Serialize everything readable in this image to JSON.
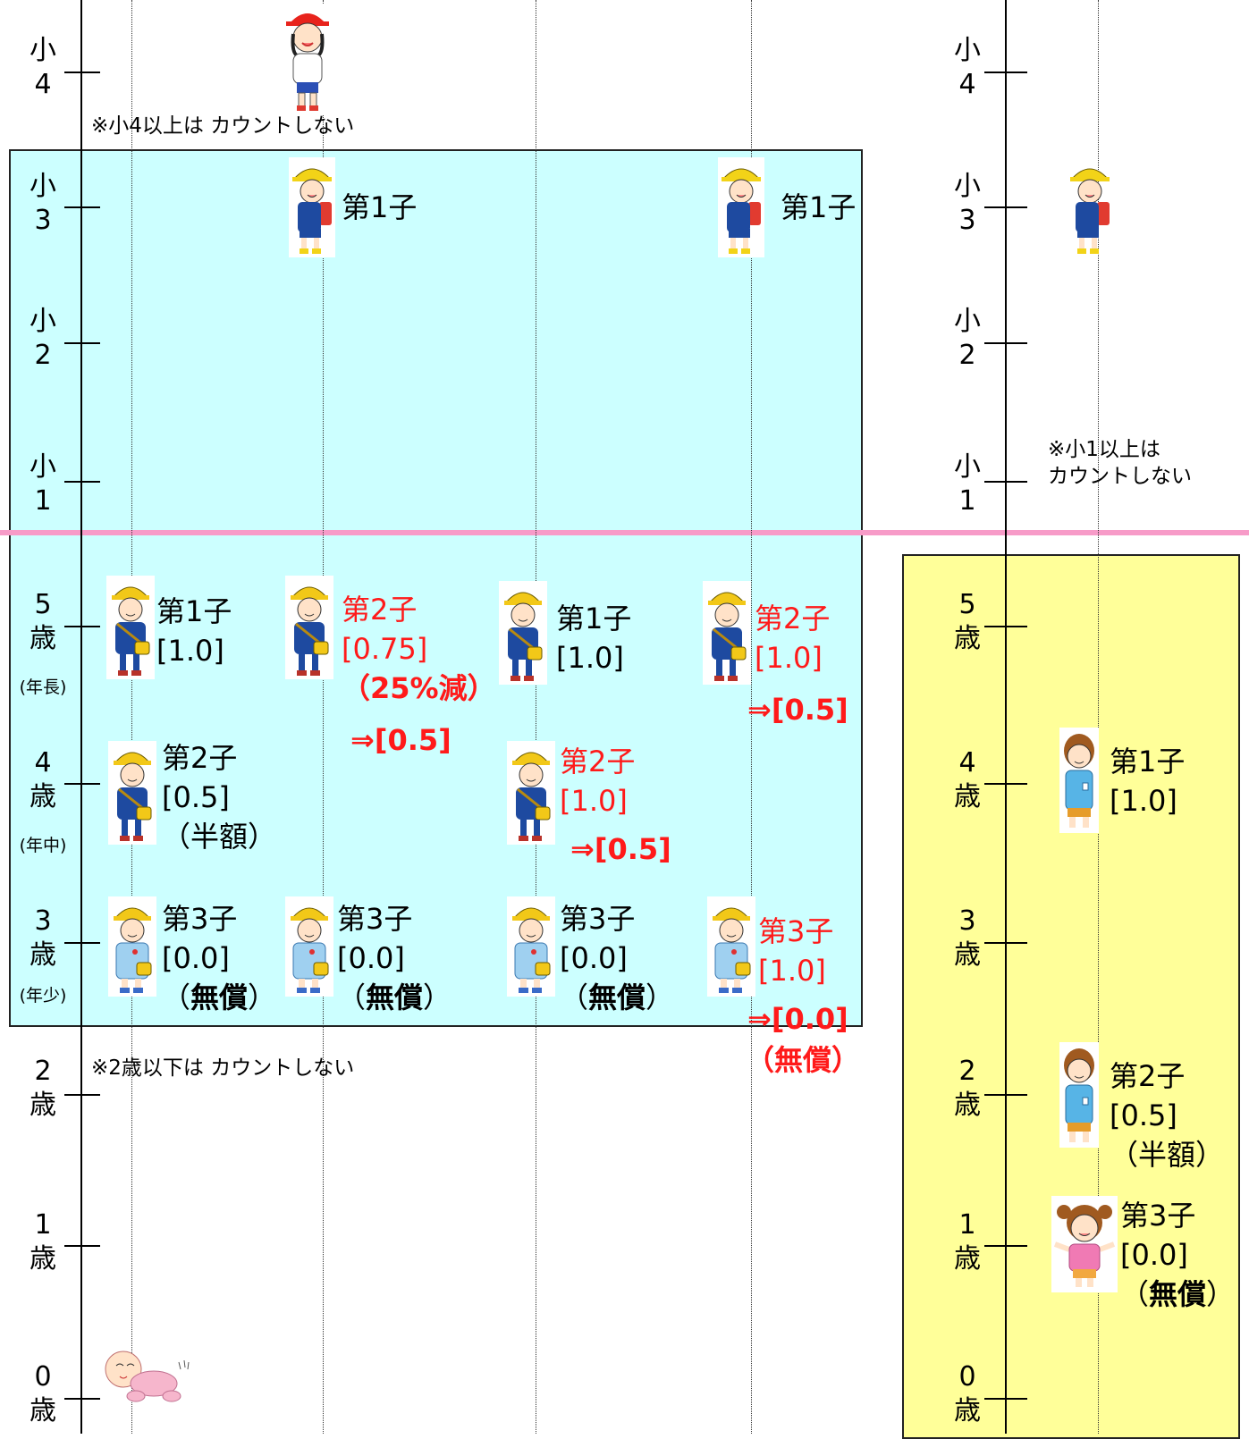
{
  "colors": {
    "blue_panel": "#ccffff",
    "yellow_panel": "#ffff99",
    "divider": "#f79bc8",
    "red_text": "#ff1a1a"
  },
  "left_axis": {
    "sho4": [
      "小",
      "4"
    ],
    "sho3": [
      "小",
      "3"
    ],
    "sho2": [
      "小",
      "2"
    ],
    "sho1": [
      "小",
      "1"
    ],
    "age5": [
      "5",
      "歳"
    ],
    "age5_sub": "(年長)",
    "age4": [
      "4",
      "歳"
    ],
    "age4_sub": "(年中)",
    "age3": [
      "3",
      "歳"
    ],
    "age3_sub": "(年少)",
    "age2": [
      "2",
      "歳"
    ],
    "age1": [
      "1",
      "歳"
    ],
    "age0": [
      "0",
      "歳"
    ]
  },
  "right_axis": {
    "sho4": [
      "小",
      "4"
    ],
    "sho3": [
      "小",
      "3"
    ],
    "sho2": [
      "小",
      "2"
    ],
    "sho1": [
      "小",
      "1"
    ],
    "age5": [
      "5",
      "歳"
    ],
    "age4": [
      "4",
      "歳"
    ],
    "age3": [
      "3",
      "歳"
    ],
    "age2": [
      "2",
      "歳"
    ],
    "age1": [
      "1",
      "歳"
    ],
    "age0": [
      "0",
      "歳"
    ]
  },
  "notes": {
    "no_count_sho4": "※小4以上は カウントしない",
    "no_count_age2": "※2歳以下は カウントしない",
    "no_count_sho1_line1": "※小1以上は",
    "no_count_sho1_line2": "カウントしない"
  },
  "col1": {
    "c5": [
      "第1子",
      "[1.0]"
    ],
    "c4": [
      "第2子",
      "[0.5]",
      "（半額）"
    ],
    "c3": [
      "第3子",
      "[0.0]",
      "（",
      "無償",
      "）"
    ]
  },
  "col2": {
    "sho3": "第1子",
    "c5": [
      "第2子",
      "[0.75]",
      "（25%減）"
    ],
    "c5_arrow": "⇒[0.5]",
    "c3": [
      "第3子",
      "[0.0]",
      "（",
      "無償",
      "）"
    ]
  },
  "col3": {
    "c5": [
      "第1子",
      "[1.0]"
    ],
    "c4": [
      "第2子",
      "[1.0]"
    ],
    "c4_arrow": "⇒[0.5]",
    "c3": [
      "第3子",
      "[0.0]",
      "（",
      "無償",
      "）"
    ]
  },
  "col4": {
    "sho3": "第1子",
    "c5": [
      "第2子",
      "[1.0]"
    ],
    "c5_arrow": "⇒[0.5]",
    "c3": [
      "第3子",
      "[1.0]"
    ],
    "c3_arrow": "⇒[0.0]",
    "c3_free": "（無償）"
  },
  "right_col": {
    "c4": [
      "第1子",
      "[1.0]"
    ],
    "c2": [
      "第2子",
      "[0.5]",
      "（半額）"
    ],
    "c1": [
      "第3子",
      "[0.0]",
      "（",
      "無償",
      "）"
    ]
  },
  "figures": {
    "girl_hat": "girl-red-cap-icon",
    "school_girl": "school-girl-icon",
    "kinder_boy": "kindergarten-boy-icon",
    "toddler": "toddler-icon",
    "baby": "crawling-baby-icon"
  }
}
